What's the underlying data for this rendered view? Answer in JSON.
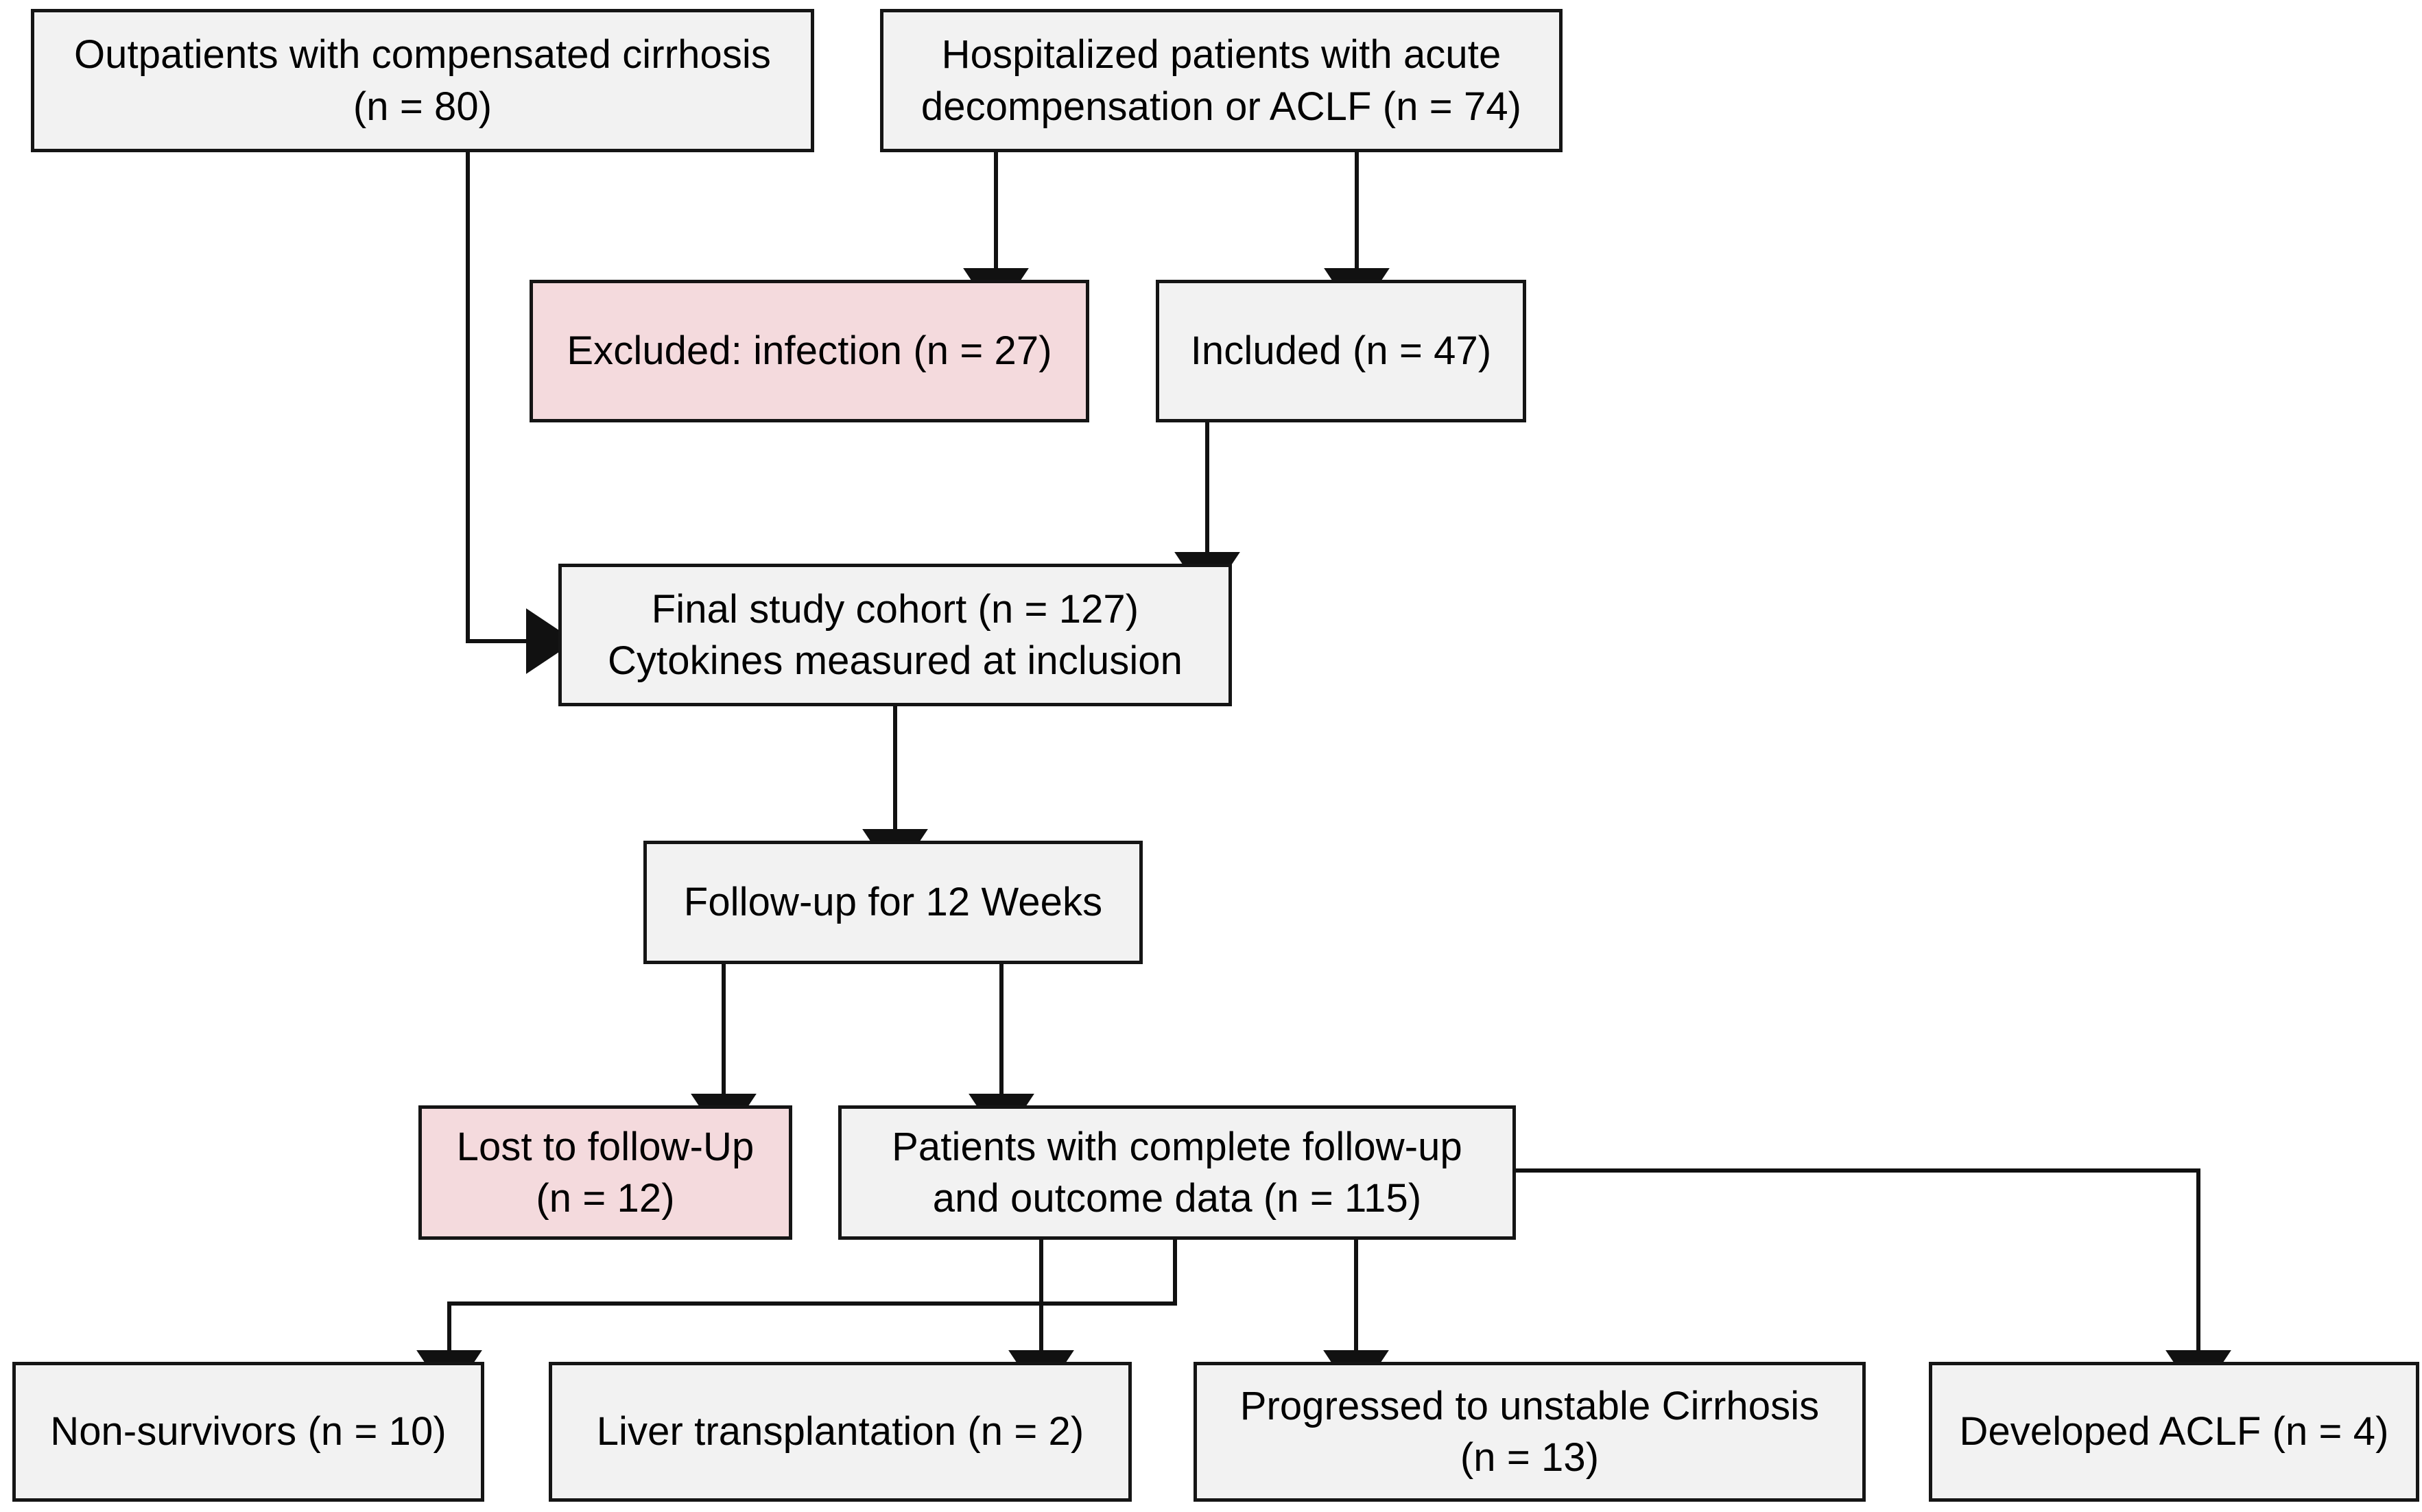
{
  "diagram": {
    "type": "study-flow-chart",
    "title": "Patient enrollment and follow-up flow chart",
    "colors": {
      "box_fill": "#f2f2f2",
      "excluded_fill": "#f4dadd",
      "border": "#151515",
      "text": "#000000",
      "background": "#ffffff"
    },
    "nodes": [
      {
        "id": "outpatients",
        "label": "Outpatients with compensated cirrhosis\n(n = 80)",
        "n": 80,
        "style": "neutral"
      },
      {
        "id": "hospitalized",
        "label": "Hospitalized patients with acute\ndecompensation or ACLF (n = 74)",
        "n": 74,
        "style": "neutral"
      },
      {
        "id": "excluded-infection",
        "label": "Excluded: infection (n = 27)",
        "n": 27,
        "style": "excluded"
      },
      {
        "id": "included",
        "label": "Included (n = 47)",
        "n": 47,
        "style": "neutral"
      },
      {
        "id": "final-cohort",
        "label": "Final study cohort (n = 127)\nCytokines measured at inclusion",
        "n": 127,
        "style": "neutral"
      },
      {
        "id": "followup",
        "label": "Follow-up for 12 Weeks",
        "n": null,
        "style": "neutral"
      },
      {
        "id": "lost-followup",
        "label": "Lost to follow-Up\n(n = 12)",
        "n": 12,
        "style": "excluded"
      },
      {
        "id": "complete-followup",
        "label": "Patients with complete follow-up\nand outcome data (n = 115)",
        "n": 115,
        "style": "neutral"
      },
      {
        "id": "non-survivors",
        "label": "Non-survivors (n = 10)",
        "n": 10,
        "style": "neutral"
      },
      {
        "id": "liver-transplantation",
        "label": "Liver transplantation (n = 2)",
        "n": 2,
        "style": "neutral"
      },
      {
        "id": "progressed-unstable",
        "label": "Progressed to unstable Cirrhosis\n(n = 13)",
        "n": 13,
        "style": "neutral"
      },
      {
        "id": "developed-aclf",
        "label": "Developed ACLF (n = 4)",
        "n": 4,
        "style": "neutral"
      }
    ],
    "edges": [
      {
        "from": "outpatients",
        "to": "final-cohort",
        "shape": "elbow-down-right"
      },
      {
        "from": "hospitalized",
        "to": "excluded-infection",
        "shape": "straight-down"
      },
      {
        "from": "hospitalized",
        "to": "included",
        "shape": "straight-down"
      },
      {
        "from": "included",
        "to": "final-cohort",
        "shape": "straight-down"
      },
      {
        "from": "final-cohort",
        "to": "followup",
        "shape": "straight-down"
      },
      {
        "from": "followup",
        "to": "lost-followup",
        "shape": "straight-down"
      },
      {
        "from": "followup",
        "to": "complete-followup",
        "shape": "straight-down"
      },
      {
        "from": "complete-followup",
        "to": "non-survivors",
        "shape": "elbow-down-left"
      },
      {
        "from": "complete-followup",
        "to": "liver-transplantation",
        "shape": "straight-down"
      },
      {
        "from": "complete-followup",
        "to": "progressed-unstable",
        "shape": "straight-down"
      },
      {
        "from": "complete-followup",
        "to": "developed-aclf",
        "shape": "elbow-right-down"
      }
    ]
  }
}
